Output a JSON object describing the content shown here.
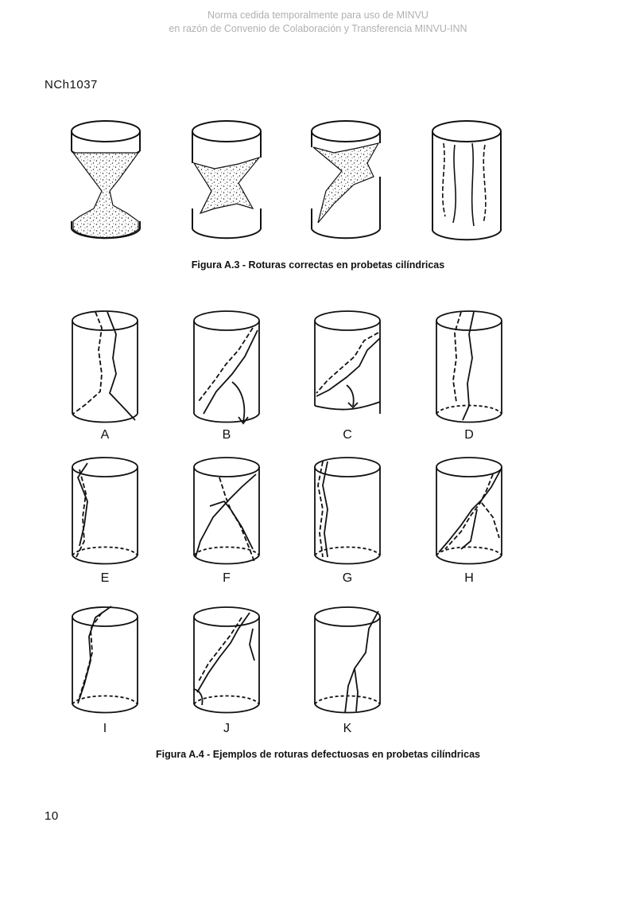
{
  "watermark": {
    "line1": "Norma cedida temporalmente para uso de MINVU",
    "line2": "en razón de Convenio de Colaboración y Transferencia MINVU-INN"
  },
  "header": {
    "doc_code": "NCh1037"
  },
  "figure_a3": {
    "caption": "Figura A.3 - Roturas correctas en probetas cilíndricas"
  },
  "figure_a4": {
    "caption": "Figura A.4 - Ejemplos de roturas defectuosas en probetas cilíndricas",
    "labels": [
      "A",
      "B",
      "C",
      "D",
      "E",
      "F",
      "G",
      "H",
      "I",
      "J",
      "K"
    ]
  },
  "footer": {
    "page_number": "10"
  }
}
